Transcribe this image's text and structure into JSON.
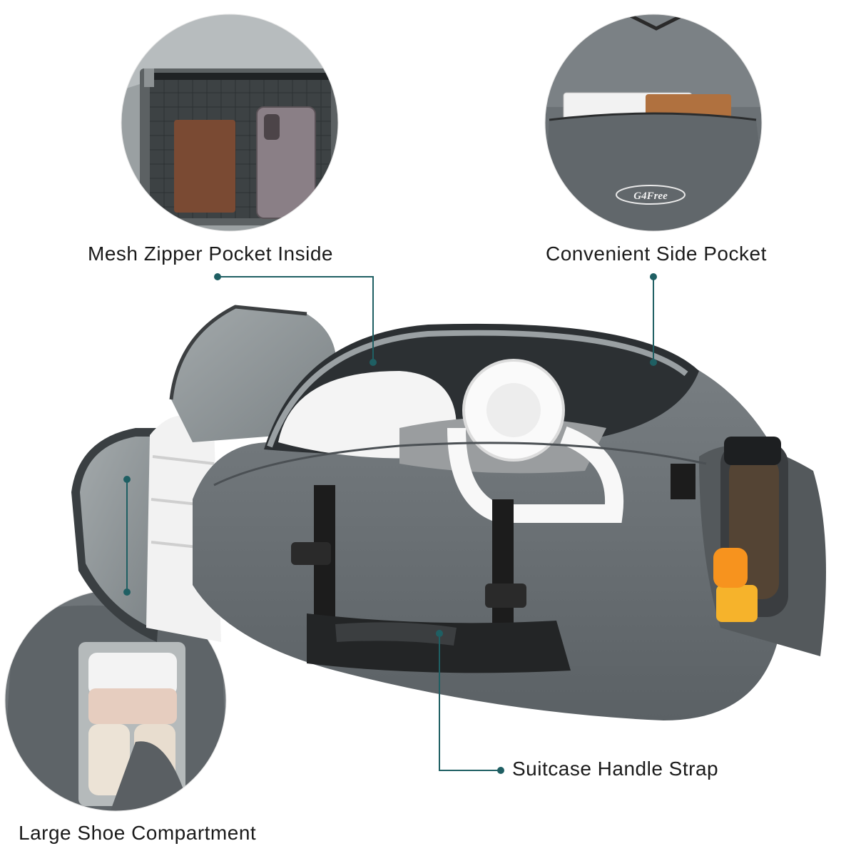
{
  "callouts": {
    "mesh_pocket": "Mesh Zipper Pocket Inside",
    "side_pocket": "Convenient Side Pocket",
    "suitcase_strap": "Suitcase Handle Strap",
    "shoe_compartment": "Large Shoe Compartment"
  },
  "brand_logo": "G4Free",
  "colors": {
    "background": "#ffffff",
    "bag_gray": "#6e7478",
    "bag_dark": "#555b5f",
    "lining": "#8e9597",
    "strap_black": "#1c1c1c",
    "leader_line": "#1f5f63",
    "accent_orange": "#f7931e",
    "text": "#1a1a1a"
  }
}
